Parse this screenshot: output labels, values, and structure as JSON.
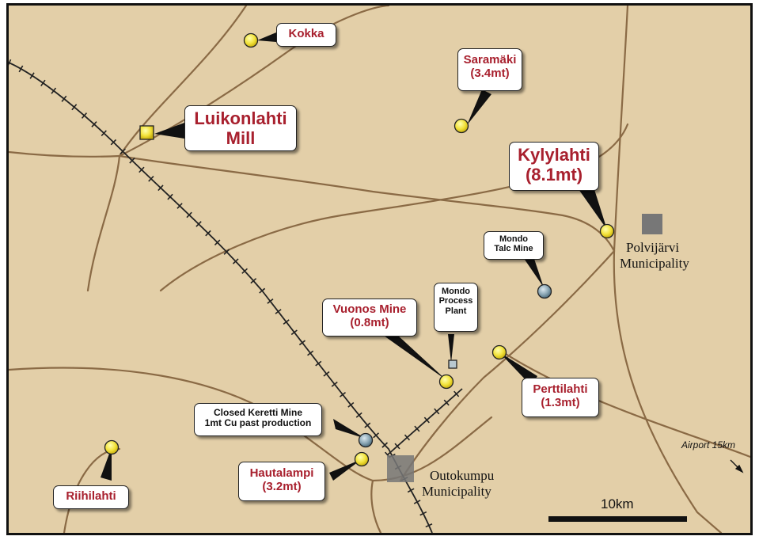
{
  "colors": {
    "background": "#e3cfa8",
    "road": "#8a6a45",
    "railway": "#222222",
    "deposit": "#f0e040",
    "closed_mine": "#8aa6b4",
    "municipality": "#777777",
    "label_red": "#a8202e"
  },
  "icons": {
    "deposit": "yellow-circle-icon",
    "mill": "yellow-square-icon",
    "closed_mine": "blue-circle-icon",
    "plant": "small-square-icon",
    "municipality": "grey-square-icon"
  },
  "map": {
    "luikonlahti": {
      "line1": "Luikonlahti",
      "line2": "Mill"
    },
    "kokka": {
      "name": "Kokka"
    },
    "saramaki": {
      "name": "Saramäki",
      "tonnage": "(3.4mt)"
    },
    "kylylahti": {
      "name": "Kylylahti",
      "tonnage": "(8.1mt)"
    },
    "mondo_talc": {
      "line1": "Mondo",
      "line2": "Talc Mine"
    },
    "mondo_plant": {
      "line1": "Mondo",
      "line2": "Process",
      "line3": "Plant"
    },
    "vuonos": {
      "name": "Vuonos Mine",
      "tonnage": "(0.8mt)"
    },
    "perttilahti": {
      "name": "Perttilahti",
      "tonnage": "(1.3mt)"
    },
    "keretti": {
      "line1": "Closed Keretti Mine",
      "line2": "1mt Cu past production"
    },
    "hautalampi": {
      "name": "Hautalampi",
      "tonnage": "(3.2mt)"
    },
    "riihilahti": {
      "name": "Riihilahti"
    },
    "polvijarvi": {
      "line1": "Polvijärvi",
      "line2": "Municipality"
    },
    "outokumpu": {
      "line1": "Outokumpu",
      "line2": "Municipality"
    },
    "scale": {
      "label": "10km"
    },
    "airport": {
      "label": "Airport 15km"
    }
  }
}
